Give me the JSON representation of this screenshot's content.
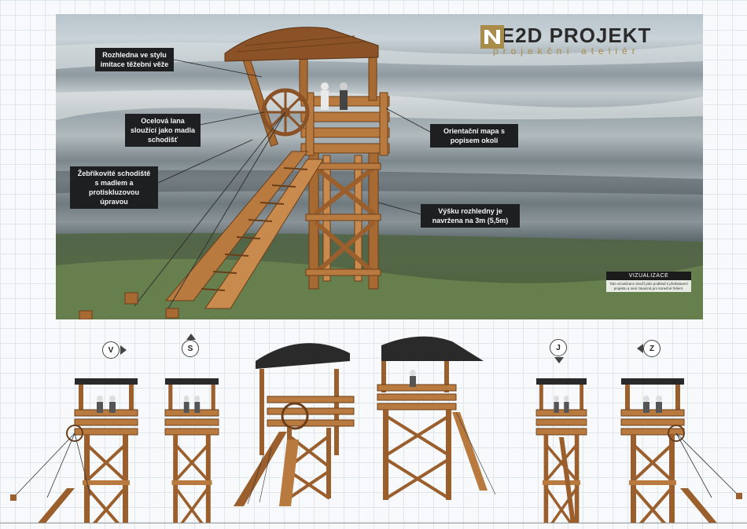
{
  "brand": {
    "name": "NE2D PROJEKT",
    "subtitle": "projekční ateliér",
    "logo_icon": "ne2d-logo-icon",
    "colors": {
      "dark": "#2b2b2b",
      "gold": "#a98b4a"
    }
  },
  "callouts": [
    {
      "id": "tower-style",
      "text": "Rozhledna ve stylu imitace těžební věže"
    },
    {
      "id": "steel-ropes",
      "text": "Ocelová lana sloužící jako madla schodišť"
    },
    {
      "id": "ladder-stairs",
      "text": "Žebříkovité schodiště s madlem a protiskluzovou úpravou"
    },
    {
      "id": "orientation-map",
      "text": "Orientační mapa s popisem okolí"
    },
    {
      "id": "tower-height",
      "text": "Výšku rozhledny je navržena na 3m (5,5m)"
    }
  ],
  "visualization": {
    "heading": "VIZUALIZACE",
    "note": "Tato vizualizace slouží jako podklad k představení projektu a není závazná pro konečné řešení."
  },
  "views": [
    {
      "label": "V"
    },
    {
      "label": "S"
    },
    {
      "label": "J"
    },
    {
      "label": "Z"
    }
  ],
  "colors": {
    "wood": "#9a5f2c",
    "wood_light": "#c98b4d",
    "wood_dark": "#6b3e19",
    "roof": "#2a2a2a",
    "callout_bg": "#1d1f21"
  }
}
